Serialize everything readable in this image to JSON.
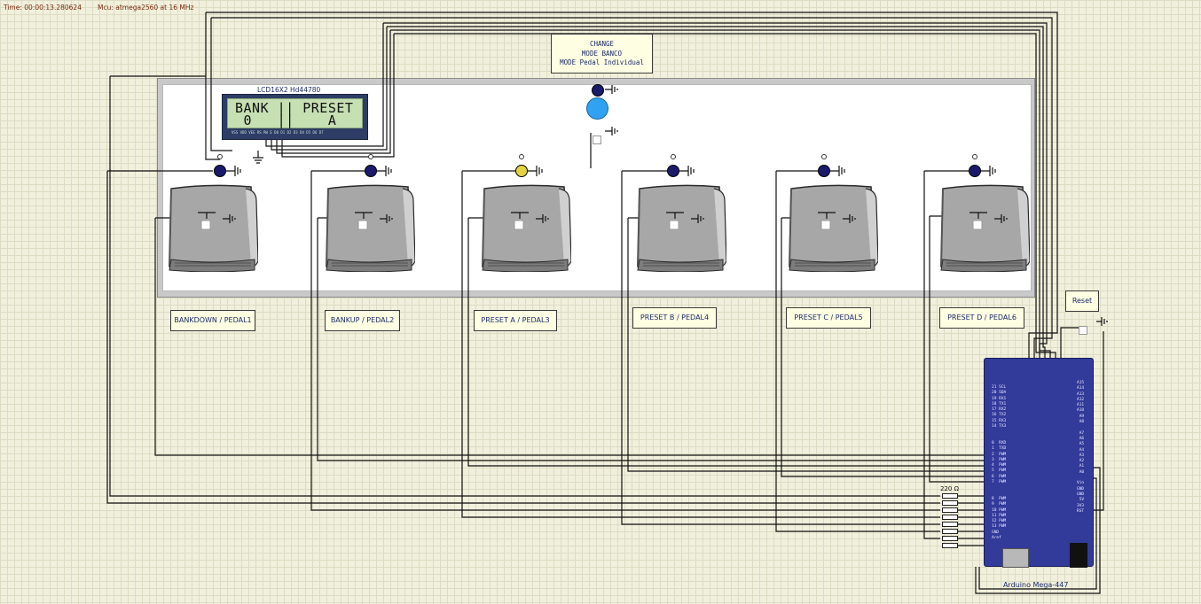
{
  "status": {
    "time": "Time: 00:00:13.280624",
    "mcu": "Mcu: atmega2560 at 16 MHz"
  },
  "lcd": {
    "title": "LCD16X2 Hd44780",
    "line1": "BANK || PRESET",
    "line2": " 0   ||    A",
    "pins": "VSS VDD VEE RS RW E D0 D1 D2 D3 D4 D5 D6 D7"
  },
  "mode_box": {
    "line1": "CHANGE",
    "line2": "MODE BANCO",
    "line3": "MODE Pedal Individual"
  },
  "pedals": [
    {
      "label": "BANKDOWN / PEDAL1",
      "led_on": false
    },
    {
      "label": "BANKUP / PEDAL2",
      "led_on": false
    },
    {
      "label": "PRESET A / PEDAL3",
      "led_on": true
    },
    {
      "label": "PRESET B / PEDAL4",
      "led_on": false
    },
    {
      "label": "PRESET C / PEDAL5",
      "led_on": false
    },
    {
      "label": "PRESET D / PEDAL6",
      "led_on": false
    }
  ],
  "reset": {
    "label": "Reset"
  },
  "arduino": {
    "name": "Arduino Mega-447",
    "left_pins": "21 SCL\n20 SDA\n19 RX1\n18 TX1\n17 RX2\n16 TX2\n15 RX3\n14 TX3\n\n\n0  RXD\n1  TXD\n2  PWM\n3  PWM\n4  PWM\n5  PWM\n6  PWM\n7  PWM\n\n\n8  PWM\n9  PWM\n10 PWM\n11 PWM\n12 PWM\n13 PWM\nGND\nAref",
    "right_pins": "A15\nA14\nA13\nA12\nA11\nA10\nA9\nA8\n\nA7\nA6\nA5\nA4\nA3\nA2\nA1\nA0\n\nVin\nGND\nGND\n5V\n3V3\nRST"
  },
  "resistor": {
    "label": "220 Ω"
  },
  "colors": {
    "wire": "#111111",
    "led_off": "#1a1a6c",
    "led_on": "#e3d340",
    "mode_led": "#2fa3f2",
    "board": "#323a9a"
  }
}
